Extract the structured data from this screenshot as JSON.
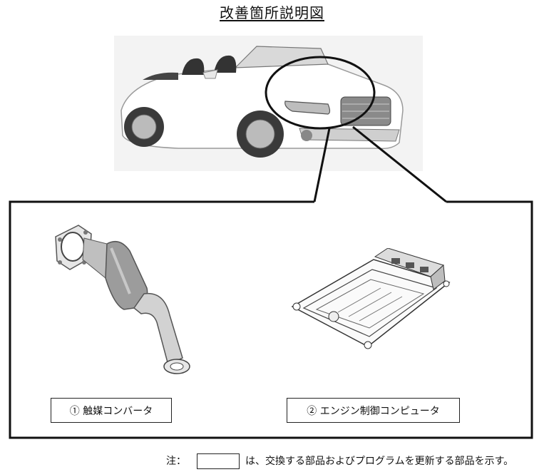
{
  "title": "改善箇所説明図",
  "parts": [
    {
      "label": "① 触媒コンバータ",
      "icon": "catalytic-converter-icon"
    },
    {
      "label": "② エンジン制御コンピュータ",
      "icon": "engine-control-unit-icon"
    }
  ],
  "note": {
    "prefix": "注：",
    "text": "は、交換する部品およびプログラムを更新する部品を示す。"
  },
  "colors": {
    "frame": "#111111",
    "photo_bg": "#f3f3f3"
  }
}
